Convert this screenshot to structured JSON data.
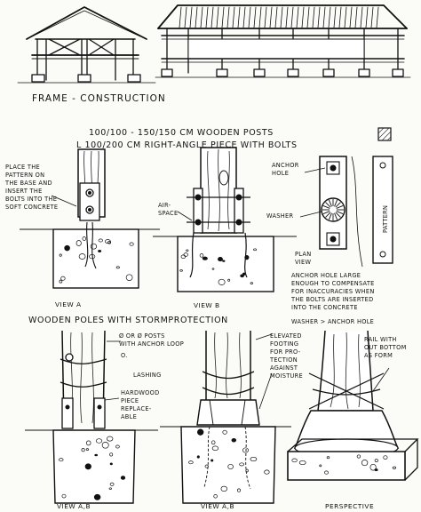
{
  "frame": {
    "caption": "FRAME - CONSTRUCTION"
  },
  "specs": {
    "line1": "100/100 - 150/150 Cm  WOODEN POSTS",
    "line2": "L 100/200 Cm  RIGHT-ANGLE PIECE WITH BOLTS"
  },
  "notes": {
    "place_pattern": [
      "PLACE THE",
      "PATTERN ON",
      "THE BASE AND",
      "INSERT THE",
      "BOLTS INTO THE",
      "SOFT CONCRETE"
    ],
    "air_space": [
      "AIR-",
      "SPACE"
    ],
    "anchor_hole": [
      "ANCHOR",
      "HOLE"
    ],
    "washer": "WASHER",
    "pattern": "PATTERN",
    "plan_view": [
      "PLAN",
      "VIEW"
    ],
    "anchor_large": [
      "ANCHOR HOLE LARGE",
      "ENOUGH TO COMPENSATE",
      "FOR INACCURACIES WHEN",
      "THE BOLTS ARE INSERTED",
      "INTO THE CONCRETE"
    ],
    "washer_anchor": "WASHER > ANCHOR HOLE",
    "posts_anchor": [
      "Ø OR Ø POSTS",
      "WITH ANCHOR LOOP"
    ],
    "o_mark": "O.",
    "lashing": "LASHING",
    "hardwood": [
      "HARDWOOD",
      "PIECE",
      "REPLACE-",
      "ABLE"
    ],
    "elevated": [
      "ELEVATED",
      "FOOTING",
      "FOR PRO-",
      "TECTION",
      "AGAINST",
      "MOISTURE"
    ],
    "rail": [
      "RAIL WITH",
      "OUT BOTTOM",
      "AS FORM"
    ]
  },
  "views": {
    "view_a": "VIEW A",
    "view_b": "VIEW B",
    "view_ab_1": "VIEW A,B",
    "view_ab_2": "VIEW A,B",
    "perspective": "PERSPECTIVE"
  },
  "storm_heading": "WOODEN POLES WITH STORMPROTECTION"
}
